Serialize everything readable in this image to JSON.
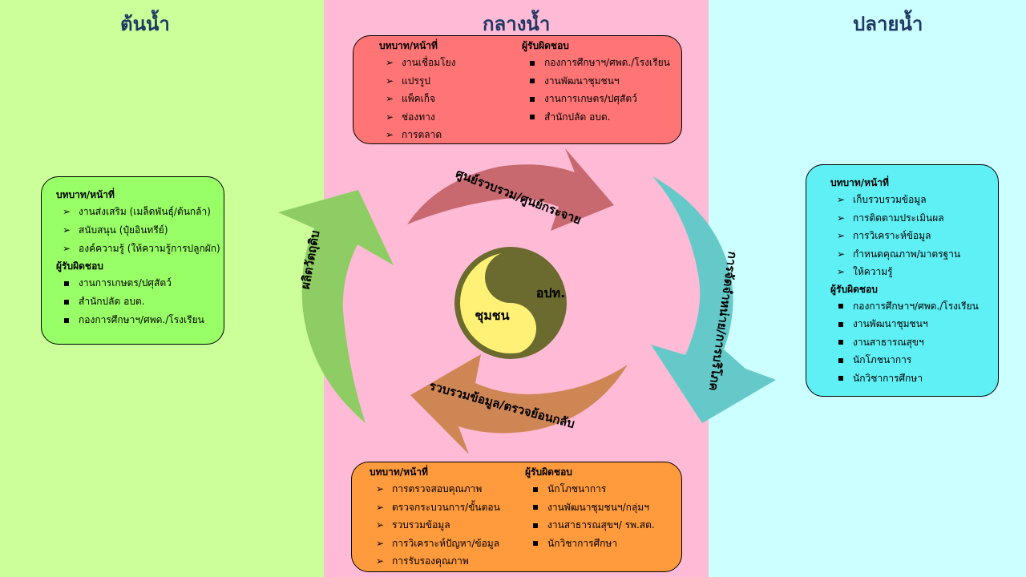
{
  "columns": {
    "left_title": "ต้นน้ำ",
    "mid_title": "กลางน้ำ",
    "right_title": "ปลายน้ำ"
  },
  "colors": {
    "left_bg": "#ccff99",
    "mid_bg": "#ffbbd6",
    "right_bg": "#ccffff",
    "title": "#1f3864"
  },
  "left_box": {
    "roles_header": "บทบาท/หน้าที่",
    "roles": [
      "งานส่งเสริม (เมล็ดพันธุ์/ต้นกล้า)",
      "สนับสนุน (ปุ๋ยอินทรีย์)",
      "องค์ความรู้ (ให้ความรู้การปลูกผัก)"
    ],
    "resp_header": "ผู้รับผิดชอบ",
    "resp": [
      "งานการเกษตร/ปศุสัตว์",
      "สำนักปลัด อบต.",
      "กองการศึกษาฯ/ศพด./โรงเรียน"
    ]
  },
  "top_box": {
    "roles_header": "บทบาท/หน้าที่",
    "roles": [
      "งานเชื่อมโยง",
      "แปรรูป",
      "แพ็คเก็จ",
      "ช่องทาง",
      "การตลาด"
    ],
    "resp_header": "ผู้รับผิดชอบ",
    "resp": [
      "กองการศึกษาฯ/ศพด./โรงเรียน",
      "งานพัฒนาชุมชนฯ",
      "งานการเกษตร/ปศุสัตว์",
      "สำนักปลัด อบต."
    ]
  },
  "bottom_box": {
    "roles_header": "บทบาท/หน้าที่",
    "roles": [
      "การตรวจสอบคุณภาพ",
      "ตรวจกระบวนการ/ขั้นตอน",
      "รวบรวมข้อมูล",
      "การวิเคราะห์ปัญหา/ข้อมูล",
      "การรับรองคุณภาพ"
    ],
    "resp_header": "ผู้รับผิดชอบ",
    "resp": [
      "นักโภชนาการ",
      "งานพัฒนาชุมชนฯ/กลุ่มฯ",
      "งานสาธารณสุขฯ/ รพ.สต.",
      "นักวิชาการศึกษา"
    ]
  },
  "right_box": {
    "roles_header": "บทบาท/หน้าที่",
    "roles": [
      "เก็บรวบรวมข้อมูล",
      "การติดตามประเมินผล",
      "การวิเคราะห์ข้อมูล",
      "กำหนดคุณภาพ/มาตรฐาน",
      "ให้ความรู้"
    ],
    "resp_header": "ผู้รับผิดชอบ",
    "resp": [
      "กองการศึกษาฯ/ศพด./โรงเรียน",
      "งานพัฒนาชุมชนฯ",
      "งานสาธารณสุขฯ",
      "นักโภชนาการ",
      "นักวิชาการศึกษา"
    ]
  },
  "arrows": {
    "top": "ศูนย์รวบรวม/ศูนย์กระจาย",
    "right": "การจัดจำหน่าย/การบริโภค",
    "bottom": "รวบรวมข้อมูล/ตรวจย้อนกลับ",
    "left": "ผลิตวัตถุดิบ"
  },
  "center": {
    "left_label": "ชุมชน",
    "right_label": "อปท."
  }
}
